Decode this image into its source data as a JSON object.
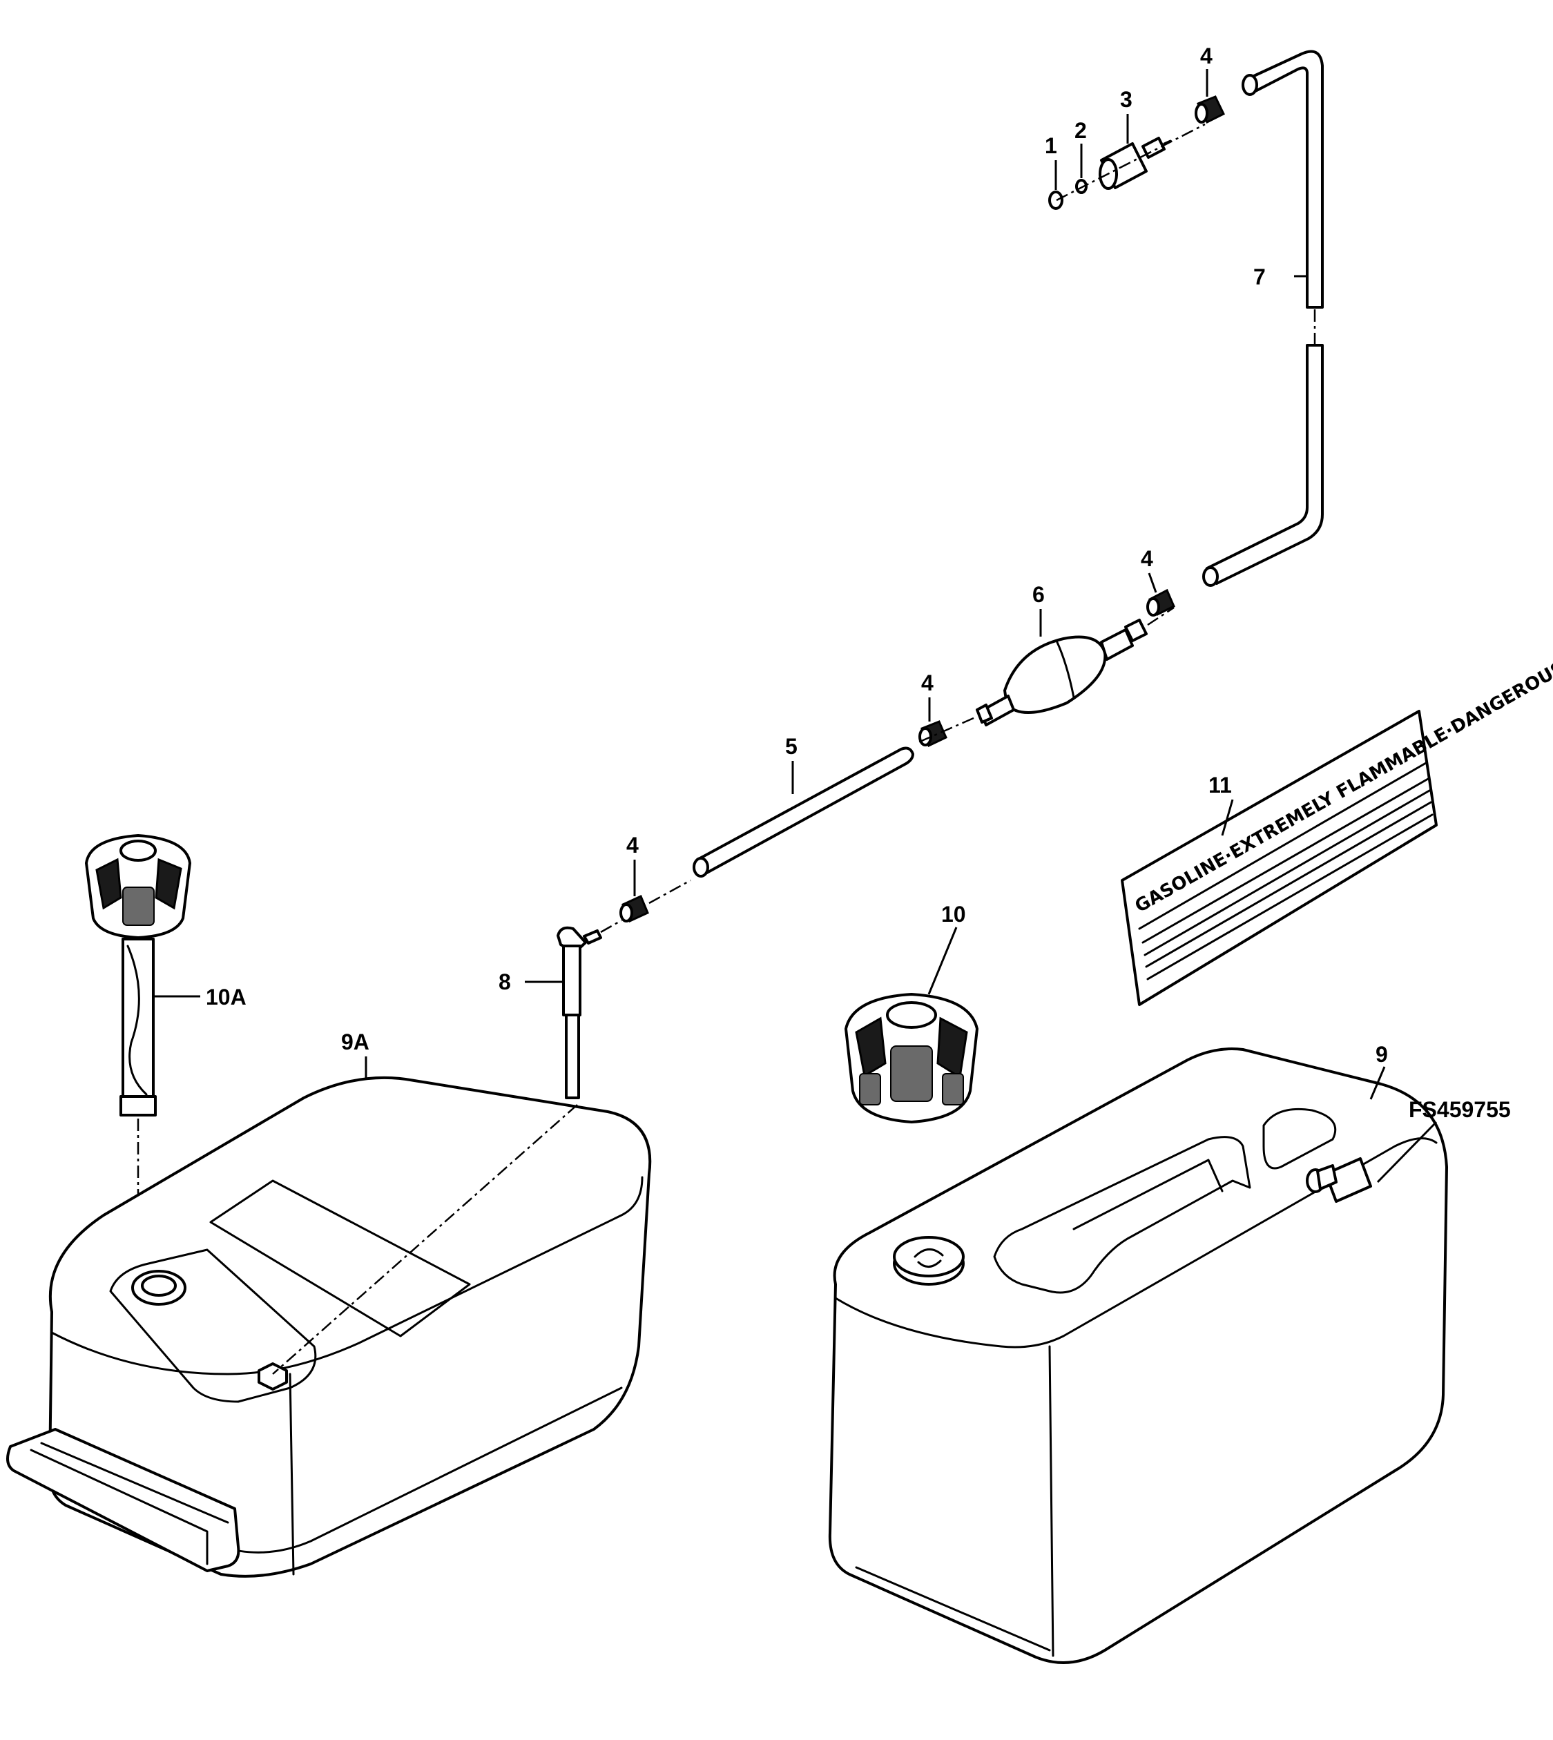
{
  "callouts": {
    "c1": "1",
    "c2": "2",
    "c3": "3",
    "c4a": "4",
    "c4b": "4",
    "c4c": "4",
    "c4d": "4",
    "c5": "5",
    "c6": "6",
    "c7": "7",
    "c8": "8",
    "c9": "9",
    "c9a": "9A",
    "c10": "10",
    "c10a": "10A",
    "c11": "11"
  },
  "figure_code": "FS459755",
  "decal": {
    "warning": "GASOLINE·EXTREMELY FLAMMABLE·DANGEROUS"
  },
  "colors": {
    "ink": "#000000",
    "paper": "#ffffff"
  }
}
